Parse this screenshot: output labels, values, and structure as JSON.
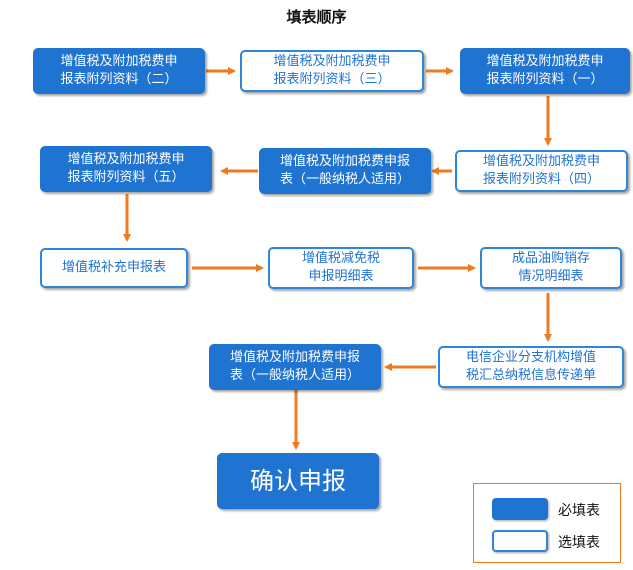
{
  "title": "填表顺序",
  "colors": {
    "required_fill": "#1f73d1",
    "optional_border": "#2e86d9",
    "arrow": "#f07a1e"
  },
  "nodes": {
    "n1": {
      "line1": "增值税及附加税费申",
      "line2": "报表附列资料（二）",
      "type": "required"
    },
    "n2": {
      "line1": "增值税及附加税费申",
      "line2": "报表附列资料（三）",
      "type": "optional"
    },
    "n3": {
      "line1": "增值税及附加税费申",
      "line2": "报表附列资料（一）",
      "type": "required"
    },
    "n4": {
      "line1": "增值税及附加税费申",
      "line2": "报表附列资料（四）",
      "type": "optional"
    },
    "n5": {
      "line1": "增值税及附加税费申报",
      "line2": "表（一般纳税人适用）",
      "type": "required"
    },
    "n6": {
      "line1": "增值税及附加税费申",
      "line2": "报表附列资料（五）",
      "type": "required"
    },
    "n7": {
      "line1": "增值税补充申报表",
      "line2": "",
      "type": "optional"
    },
    "n8": {
      "line1": "增值税减免税",
      "line2": "申报明细表",
      "type": "optional"
    },
    "n9": {
      "line1": "成品油购销存",
      "line2": "情况明细表",
      "type": "optional"
    },
    "n10": {
      "line1": "电信企业分支机构增值",
      "line2": "税汇总纳税信息传递单",
      "type": "optional"
    },
    "n11": {
      "line1": "增值税及附加税费申报",
      "line2": "表（一般纳税人适用）",
      "type": "required"
    },
    "n12": {
      "line1": "确认申报",
      "line2": "",
      "type": "required"
    }
  },
  "legend": {
    "required_label": "必填表",
    "optional_label": "选填表"
  }
}
